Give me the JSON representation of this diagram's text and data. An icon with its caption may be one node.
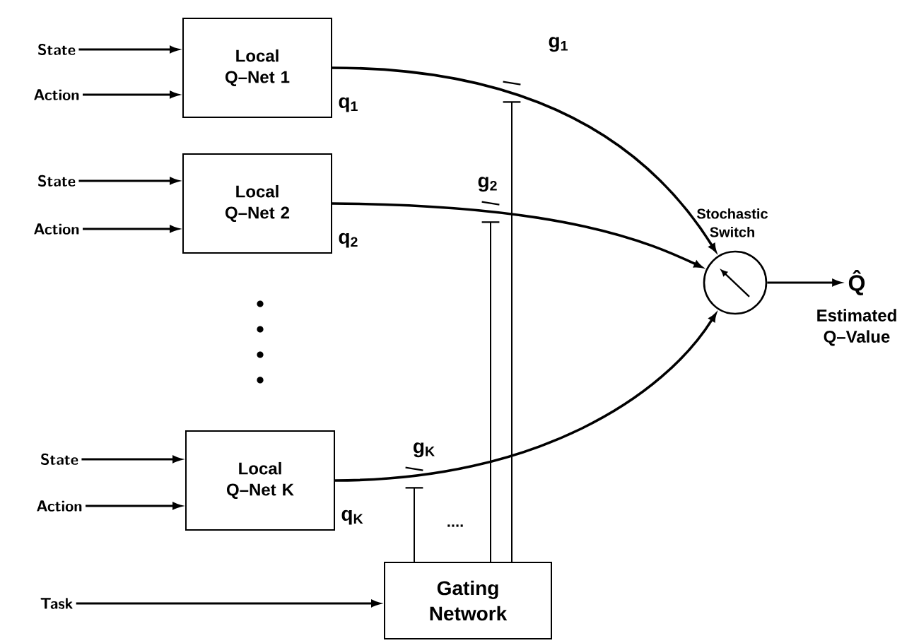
{
  "diagram": {
    "nodes": [
      {
        "text": [
          "State"
        ]
      },
      {
        "text": [
          "Action"
        ]
      },
      {
        "text": [
          "Local Q–Net 1"
        ],
        "beside": [
          "q$_{1}$"
        ]
      },
      {
        "text": [
          "State"
        ]
      },
      {
        "text": [
          "Action"
        ]
      },
      {
        "text": [
          "Local Q–Net 2"
        ],
        "beside": [
          "q$_{2}$"
        ]
      },
      {
        "text": [
          "State"
        ]
      },
      {
        "text": [
          "Action"
        ]
      },
      {
        "text": [
          "Local Q–Net K"
        ],
        "beside": [
          "q$_{K}$"
        ]
      },
      {
        "text": [
          "Task"
        ]
      },
      {
        "text": [
          "Gating Network"
        ]
      },
      {
        "text": [],
        "shape": "circle",
        "beside": [
          "Stochastic Switch"
        ]
      },
      {
        "text": [
          "Q̂"
        ],
        "beside": [
          "Estimated Q–Value"
        ]
      },
      {
        "text": [],
        "shape": "bar",
        "beside": [
          "g$_{K}$"
        ]
      },
      {
        "text": [],
        "shape": "bar",
        "beside": [
          "g$_{2}$"
        ]
      },
      {
        "text": [],
        "shape": "bar",
        "beside": [
          "g$_{1}$"
        ]
      }
    ],
    "edges": [
      {
        "from": 0,
        "to": 2,
        "arrow": "to"
      },
      {
        "from": 1,
        "to": 2,
        "arrow": "to"
      },
      {
        "from": 3,
        "to": 5,
        "arrow": "to"
      },
      {
        "from": 4,
        "to": 5,
        "arrow": "to"
      },
      {
        "from": 6,
        "to": 8,
        "arrow": "to"
      },
      {
        "from": 7,
        "to": 8,
        "arrow": "to"
      },
      {
        "from": 9,
        "to": 10,
        "arrow": "to"
      },
      {
        "from": 2,
        "to": 11,
        "arrow": "to"
      },
      {
        "from": 5,
        "to": 11,
        "arrow": "to"
      },
      {
        "from": 8,
        "to": 11,
        "arrow": "to"
      },
      {
        "from": 11,
        "to": 12,
        "arrow": "to"
      },
      {
        "from": 10,
        "to": 15,
        "arrow": "none"
      },
      {
        "from": 10,
        "to": 14,
        "arrow": "none"
      },
      {
        "from": 10,
        "to": 13,
        "arrow": "none"
      }
    ],
    "labels": [
      "...."
    ]
  }
}
